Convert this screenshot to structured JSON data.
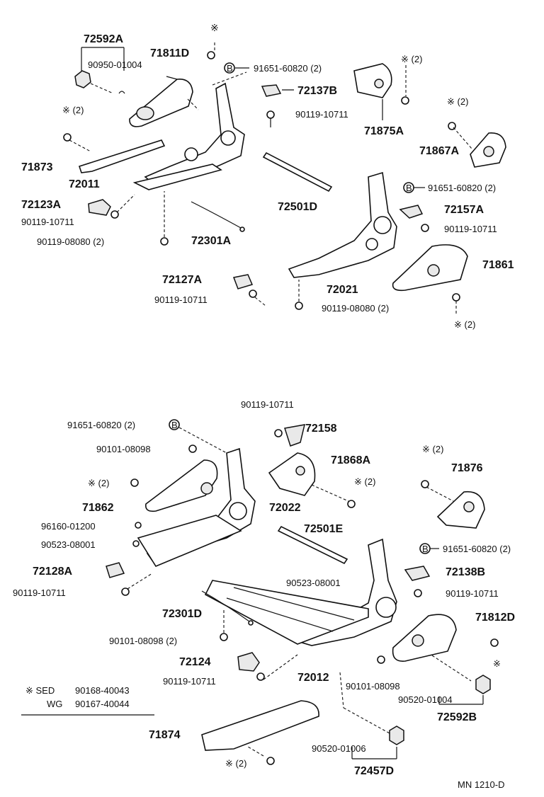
{
  "diagram_id": "MN 1210-D",
  "labels": {
    "p72592A": "72592A",
    "p90950": "90950-01004",
    "p71811D": "71811D",
    "pStarTop": "※",
    "pB1": "91651-60820 (2)",
    "p72137B": "72137B",
    "p90119a": "90119-10711",
    "pStar2a": "※ (2)",
    "p71875A": "71875A",
    "pStar2b": "※ (2)",
    "p71867A": "71867A",
    "pStar2c": "※ (2)",
    "p71873": "71873",
    "p72011": "72011",
    "p72501D": "72501D",
    "pB2": "91651-60820 (2)",
    "p72123A": "72123A",
    "p90119b": "90119-10711",
    "p72157A": "72157A",
    "p90119c": "90119-10711",
    "p72301A": "72301A",
    "p90119_08080a": "90119-08080 (2)",
    "p71861": "71861",
    "p72127A": "72127A",
    "p72021": "72021",
    "p90119d": "90119-10711",
    "p90119_08080b": "90119-08080 (2)",
    "pStar2d": "※ (2)",
    "p90119e": "90119-10711",
    "pB3": "91651-60820 (2)",
    "p72158": "72158",
    "p90101a": "90101-08098",
    "p71868A": "71868A",
    "pStar2e": "※ (2)",
    "p71876": "71876",
    "pStar2f": "※ (2)",
    "pStar2g": "※ (2)",
    "p71862": "71862",
    "p72022": "72022",
    "p96160": "96160-01200",
    "p72501E": "72501E",
    "p90523a": "90523-08001",
    "pB4": "91651-60820 (2)",
    "p72128A": "72128A",
    "p72138B": "72138B",
    "p90523b": "90523-08001",
    "p90119f": "90119-10711",
    "p90119g": "90119-10711",
    "p72301D": "72301D",
    "p71812D": "71812D",
    "p90101b": "90101-08098 (2)",
    "p72124": "72124",
    "p90119h": "90119-10711",
    "p72012": "72012",
    "p90101c": "90101-08098",
    "pStarR": "※",
    "p90520a": "90520-01004",
    "p72592B": "72592B",
    "legend_sed_mark": "※ SED",
    "legend_sed": "90168-40043",
    "legend_wg_mark": "WG",
    "legend_wg": "90167-40044",
    "p71874": "71874",
    "p90520b": "90520-01006",
    "pStar2h": "※ (2)",
    "p72457D": "72457D",
    "b_marker": "B"
  }
}
